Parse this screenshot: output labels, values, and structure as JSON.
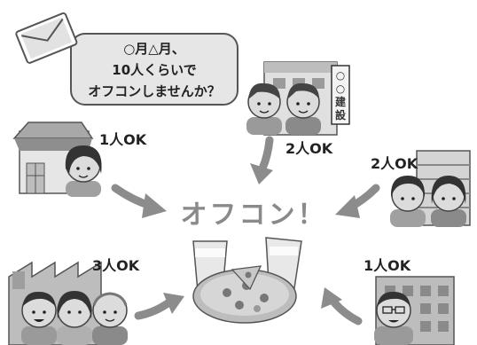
{
  "invitation": {
    "line1": "○月△月、",
    "line2": "10人くらいで",
    "line3": "オフコンしませんか？"
  },
  "sign": {
    "chars": [
      "○",
      "○",
      "建",
      "設"
    ]
  },
  "groups": [
    {
      "id": "house",
      "count": "1人OK"
    },
    {
      "id": "construction",
      "count": "2人OK"
    },
    {
      "id": "apartment",
      "count": "2人OK"
    },
    {
      "id": "factory",
      "count": "3人OK"
    },
    {
      "id": "office",
      "count": "1人OK"
    }
  ],
  "center_title": "オフコン！",
  "icons": {
    "envelope": "envelope-icon",
    "house": "house-icon",
    "factory": "factory-icon",
    "office": "office-building-icon",
    "apartment": "apartment-icon",
    "pizza": "pizza-icon",
    "drinks": "beer-glass-icon",
    "arrow": "arrow-icon"
  },
  "colors": {
    "arrow": "#8c8c8c",
    "title": "#8a8a8a",
    "bubble": "#e6e6e6"
  }
}
